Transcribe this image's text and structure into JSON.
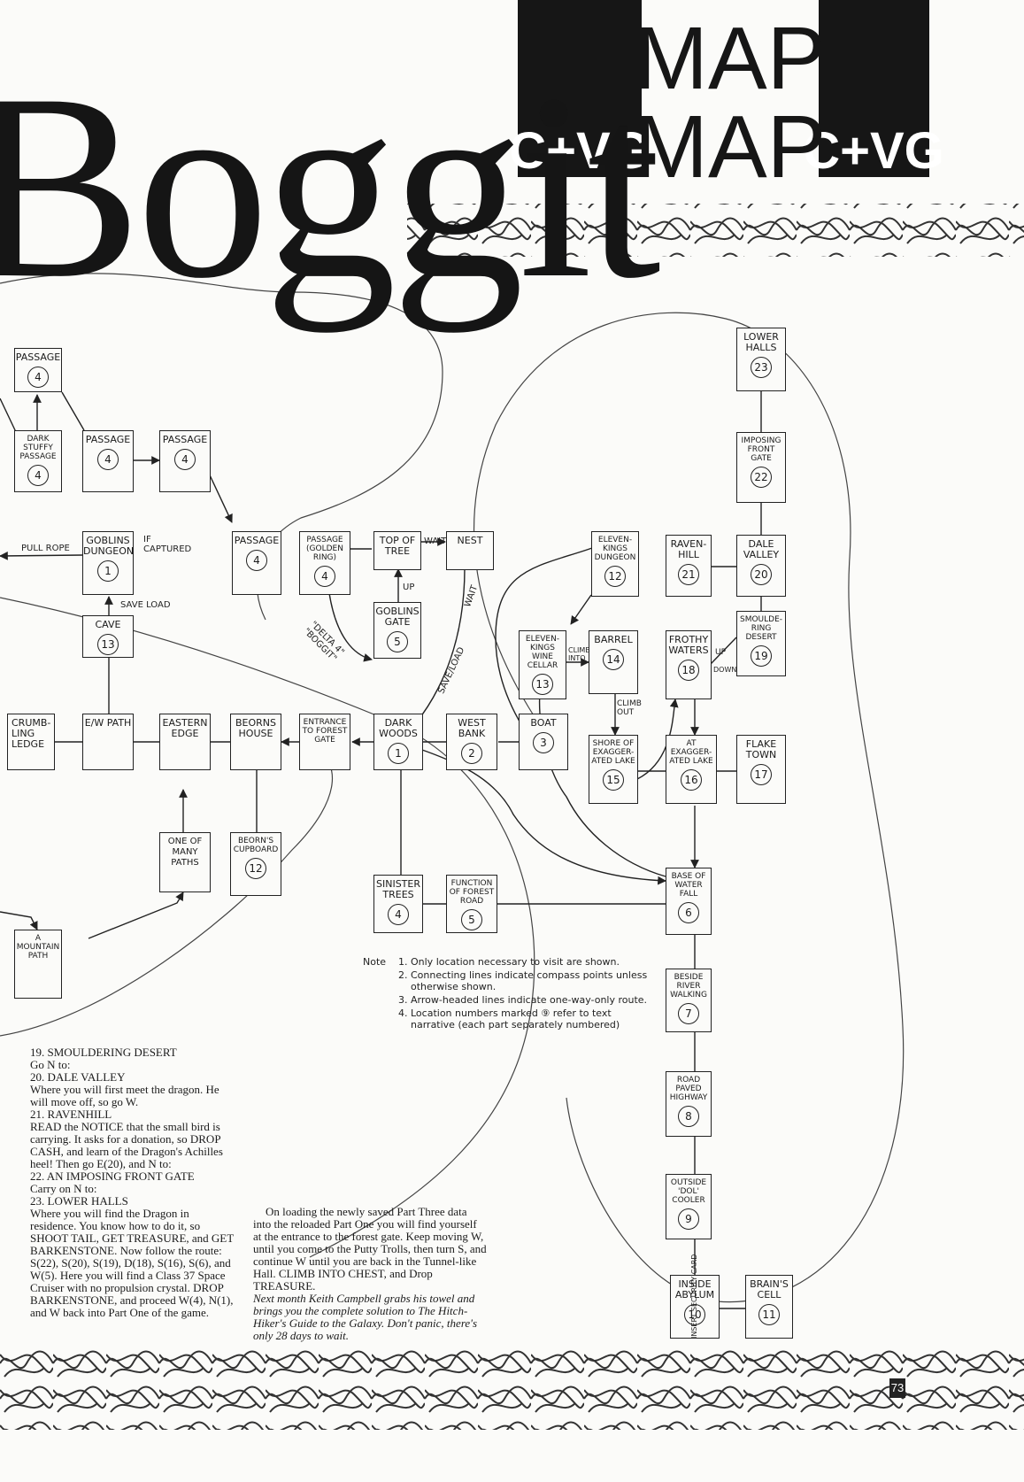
{
  "header": {
    "title": "Boggit",
    "banner_top": "MAP",
    "banner_bottom": "MAP",
    "banner_left": "C+VG",
    "banner_right": "C+VG"
  },
  "locations": [
    {
      "id": "passage_top",
      "label": "PASSAGE",
      "num": "4"
    },
    {
      "id": "dark_stuffy",
      "label": "DARK STUFFY PASSAGE",
      "num": "4"
    },
    {
      "id": "passage_a",
      "label": "PASSAGE",
      "num": "4"
    },
    {
      "id": "passage_b",
      "label": "PASSAGE",
      "num": "4"
    },
    {
      "id": "goblins_dungeon",
      "label": "GOBLINS DUNGEON",
      "num": "1"
    },
    {
      "id": "passage_c",
      "label": "PASSAGE",
      "num": "4"
    },
    {
      "id": "passage_golden",
      "label": "PASSAGE (GOLDEN RING)",
      "num": "4"
    },
    {
      "id": "top_of_tree",
      "label": "TOP OF TREE",
      "num": ""
    },
    {
      "id": "nest",
      "label": "NEST",
      "num": ""
    },
    {
      "id": "goblins_gate",
      "label": "GOBLINS GATE",
      "num": "5"
    },
    {
      "id": "cave",
      "label": "CAVE",
      "num": "13"
    },
    {
      "id": "crumbling_ledge",
      "label": "CRUMB-LING LEDGE",
      "num": ""
    },
    {
      "id": "ew_path",
      "label": "E/W PATH",
      "num": ""
    },
    {
      "id": "eastern_edge",
      "label": "EASTERN EDGE",
      "num": ""
    },
    {
      "id": "beorns_house",
      "label": "BEORNS HOUSE",
      "num": ""
    },
    {
      "id": "entrance_forest_gate",
      "label": "ENTRANCE TO FOREST GATE",
      "num": ""
    },
    {
      "id": "dark_woods",
      "label": "DARK WOODS",
      "num": "1"
    },
    {
      "id": "west_bank",
      "label": "WEST BANK",
      "num": "2"
    },
    {
      "id": "boat",
      "label": "BOAT",
      "num": "3"
    },
    {
      "id": "one_of_many_paths",
      "label": "ONE OF MANY PATHS",
      "num": ""
    },
    {
      "id": "beorns_cupboard",
      "label": "BEORN'S CUPBOARD",
      "num": "12"
    },
    {
      "id": "sinister_trees",
      "label": "SINISTER TREES",
      "num": "4"
    },
    {
      "id": "function_forest_road",
      "label": "FUNCTION OF FOREST ROAD",
      "num": "5"
    },
    {
      "id": "mountain_path",
      "label": "A MOUNTAIN PATH",
      "num": ""
    },
    {
      "id": "eleven_kings_dungeon",
      "label": "ELEVEN-KINGS DUNGEON",
      "num": "12"
    },
    {
      "id": "eleven_kings_wine",
      "label": "ELEVEN-KINGS WINE CELLAR",
      "num": "13"
    },
    {
      "id": "barrel",
      "label": "BARREL",
      "num": "14"
    },
    {
      "id": "shore_lake",
      "label": "SHORE OF EXAGGER-ATED LAKE",
      "num": "15"
    },
    {
      "id": "at_lake",
      "label": "AT EXAGGER-ATED LAKE",
      "num": "16"
    },
    {
      "id": "flake_town",
      "label": "FLAKE TOWN",
      "num": "17"
    },
    {
      "id": "frothy_waters",
      "label": "FROTHY WATERS",
      "num": "18"
    },
    {
      "id": "ravenhill",
      "label": "RAVEN-HILL",
      "num": "21"
    },
    {
      "id": "dale_valley",
      "label": "DALE VALLEY",
      "num": "20"
    },
    {
      "id": "smouldering_desert",
      "label": "SMOULDE-RING DESERT",
      "num": "19"
    },
    {
      "id": "imposing_front_gate",
      "label": "IMPOSING FRONT GATE",
      "num": "22"
    },
    {
      "id": "lower_halls",
      "label": "LOWER HALLS",
      "num": "23"
    },
    {
      "id": "base_waterfall",
      "label": "BASE OF WATER FALL",
      "num": "6"
    },
    {
      "id": "beside_river",
      "label": "BESIDE RIVER WALKING",
      "num": "7"
    },
    {
      "id": "road_paved",
      "label": "ROAD PAVED HIGHWAY",
      "num": "8"
    },
    {
      "id": "outside_dol",
      "label": "OUTSIDE 'DOL' COOLER",
      "num": "9"
    },
    {
      "id": "inside_abylum",
      "label": "INSIDE ABYLUM",
      "num": "10"
    },
    {
      "id": "brains_cell",
      "label": "BRAIN'S CELL",
      "num": "11"
    }
  ],
  "tags": {
    "pull_rope": "PULL ROPE",
    "if_captured": "IF CAPTURED",
    "save_load_1": "SAVE LOAD",
    "delta": "\"DELTA 4\" \"BOGGIT\"",
    "wait_1": "WAIT",
    "wait_2": "WAIT",
    "up": "UP",
    "save_load_2": "SAVE/LOAD",
    "climb_into": "CLIMB INTO",
    "climb_out": "CLIMB OUT",
    "up_2": "UP",
    "down": "DOWN",
    "insert_card": "INSERT SECURITY CARD"
  },
  "notes": {
    "title": "Note",
    "items": [
      "Only location necessary to visit are shown.",
      "Connecting lines indicate compass points unless otherwise shown.",
      "Arrow-headed lines indicate one-way-only route.",
      "Location numbers marked ⑨ refer to text narrative (each part separately numbered)"
    ]
  },
  "text_left": [
    "19. SMOULDERING DESERT",
    "Go N to:",
    "20. DALE VALLEY",
    "Where you will first meet the dragon. He will move off, so go W.",
    "21. RAVENHILL",
    "READ the NOTICE that the small bird is carrying. It asks for a donation, so DROP CASH, and learn of the Dragon's Achilles heel! Then go E(20), and N to:",
    "22. AN IMPOSING FRONT GATE",
    "Carry on N to:",
    "23. LOWER HALLS",
    "Where you will find the Dragon in residence. You know how to do it, so SHOOT TAIL, GET TREASURE, and GET BARKENSTONE. Now follow the route: S(22), S(20), S(19), D(18), S(16), S(6), and W(5). Here you will find a Class 37 Space Cruiser with no propulsion crystal. DROP BARKENSTONE, and proceed W(4), N(1), and W back into Part One of the game."
  ],
  "text_middle": "On loading the newly saved Part Three data into the reloaded Part One you will find yourself at the entrance to the forest gate. Keep moving W, until you come to the Putty Trolls, then turn S, and continue W until you are back in the Tunnel-like Hall. CLIMB INTO CHEST, and Drop TREASURE.",
  "text_middle_italic": "Next month Keith Campbell grabs his towel and brings you the complete solution to The Hitch-Hiker's Guide to the Galaxy. Don't panic, there's only 28 days to wait.",
  "page_number": "73"
}
